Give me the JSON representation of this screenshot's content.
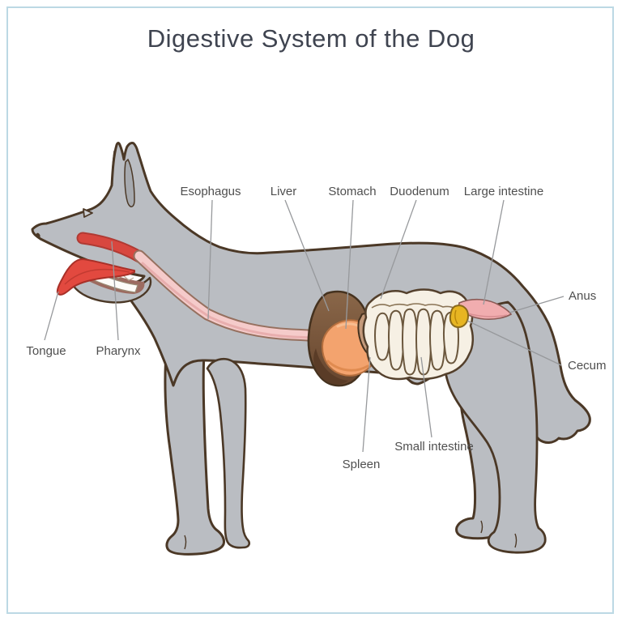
{
  "title": "Digestive System of the Dog",
  "diagram": {
    "subject": "dog digestive anatomy",
    "labels": {
      "esophagus": "Esophagus",
      "liver": "Liver",
      "stomach": "Stomach",
      "duodenum": "Duodenum",
      "large_intestine": "Large intestine",
      "anus": "Anus",
      "cecum": "Cecum",
      "small_intestine": "Small intestine",
      "spleen": "Spleen",
      "tongue": "Tongue",
      "pharynx": "Pharynx"
    },
    "colors": {
      "body": "#babdc2",
      "body_shade": "#aeb1b6",
      "outline": "#4b3826",
      "tongue": "#e2493f",
      "pharynx": "#d8473f",
      "esophagus": "#f5cbca",
      "liver": "#7a563c",
      "stomach": "#f3a36e",
      "spleen": "#c49a7b",
      "small_intestine": "#f6f0e4",
      "cecum": "#e7b522",
      "large_intestine": "#f1adaf",
      "frame": "#bcd9e4",
      "leader_line": "#97999c",
      "label_text": "#4f4f4f"
    }
  }
}
